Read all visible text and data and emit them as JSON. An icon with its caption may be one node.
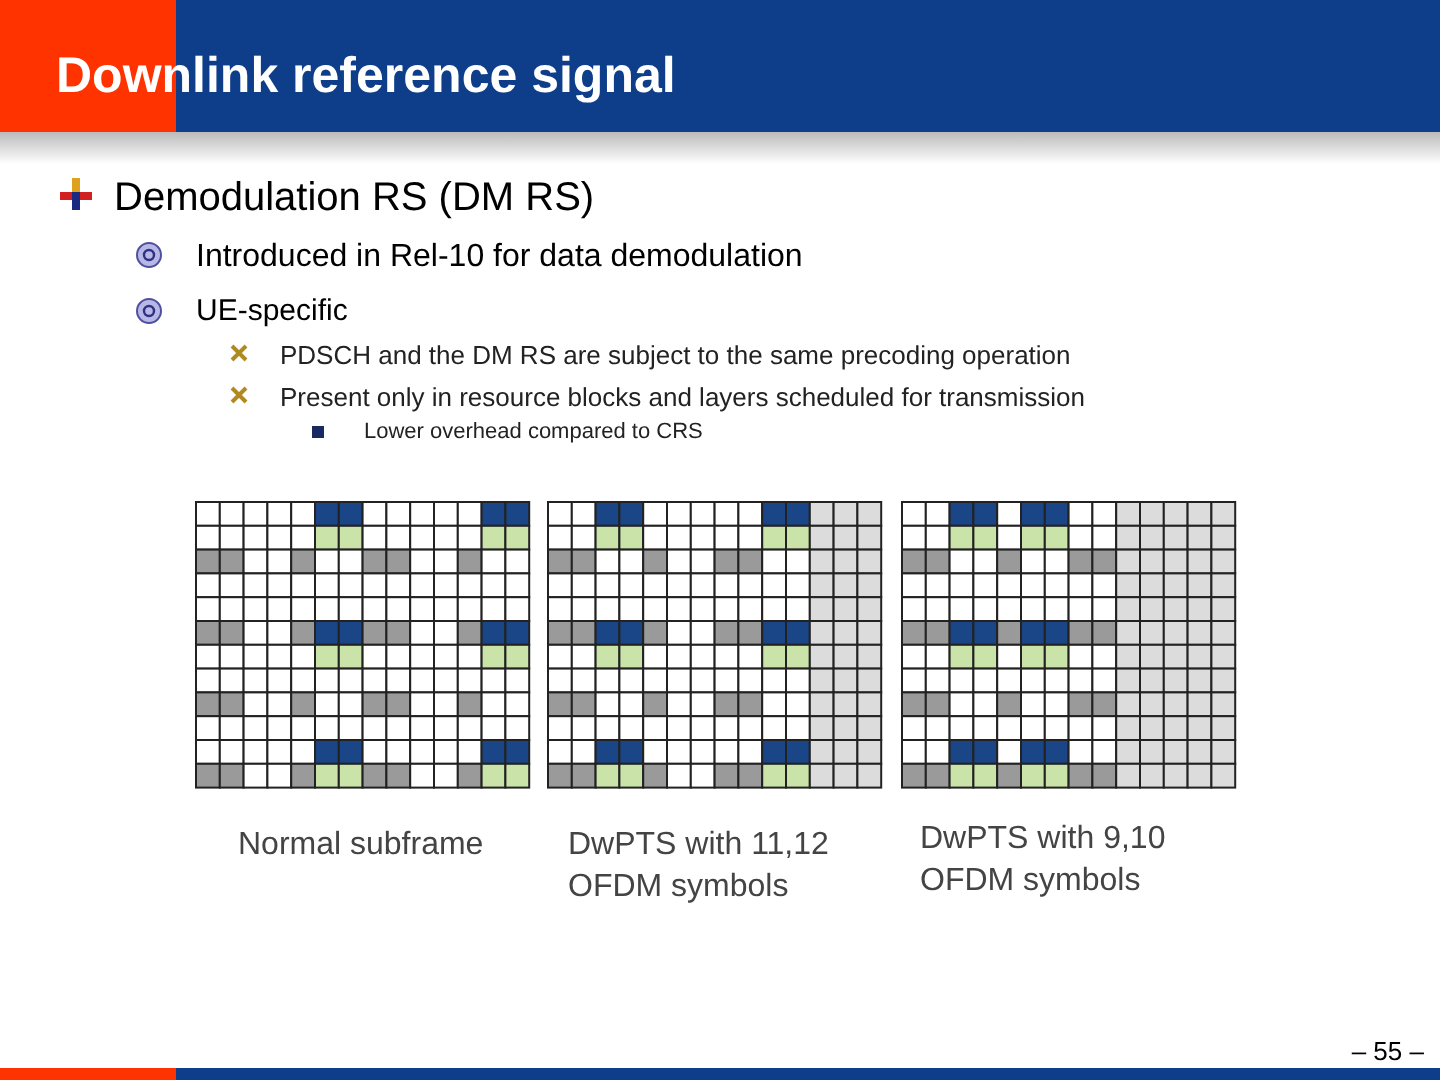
{
  "diagram": {
    "title": "Downlink reference signal",
    "labels": [
      "Demodulation RS (DM RS)",
      "Introduced in Rel-10 for data demodulation",
      "UE-specific",
      "PDSCH and the DM RS are subject to the same precoding operation",
      "Present only in resource blocks and layers scheduled for transmission",
      "Lower overhead compared to CRS",
      "Normal subframe",
      "DwPTS with 11,12 OFDM symbols",
      "DwPTS with 9,10 OFDM symbols",
      "– 55 –"
    ]
  }
}
